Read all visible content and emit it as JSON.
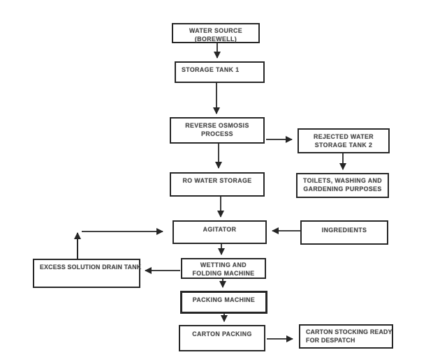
{
  "diagram": {
    "background_color": "#ffffff",
    "line_color": "#262626",
    "text_color": "#4a4a4a",
    "type": "flowchart",
    "nodes": {
      "water_source": {
        "lines": [
          "WATER SOURCE",
          "(BOREWELL)"
        ]
      },
      "storage_tank_1": {
        "lines": [
          "STORAGE TANK 1"
        ]
      },
      "reverse_osmosis": {
        "lines": [
          "REVERSE OSMOSIS",
          "PROCESS"
        ]
      },
      "rejected_water": {
        "lines": [
          "REJECTED WATER",
          "STORAGE TANK 2"
        ]
      },
      "toilets": {
        "lines": [
          "TOILETS, WASHING AND",
          "GARDENING PURPOSES"
        ]
      },
      "ro_water_storage": {
        "lines": [
          "RO WATER STORAGE"
        ]
      },
      "agitator": {
        "lines": [
          "AGITATOR"
        ]
      },
      "ingredients": {
        "lines": [
          "INGREDIENTS"
        ]
      },
      "excess_solution": {
        "lines": [
          "EXCESS SOLUTION DRAIN TANK"
        ]
      },
      "wetting_folding": {
        "lines": [
          "WETTING AND",
          "FOLDING MACHINE"
        ]
      },
      "packing_machine": {
        "lines": [
          "PACKING MACHINE"
        ]
      },
      "carton_packing": {
        "lines": [
          "CARTON PACKING"
        ]
      },
      "carton_stocking": {
        "lines": [
          "CARTON STOCKING READY",
          "FOR DESPATCH"
        ]
      }
    },
    "edges": [
      {
        "from": "water_source",
        "to": "storage_tank_1"
      },
      {
        "from": "storage_tank_1",
        "to": "reverse_osmosis"
      },
      {
        "from": "reverse_osmosis",
        "to": "rejected_water"
      },
      {
        "from": "rejected_water",
        "to": "toilets"
      },
      {
        "from": "reverse_osmosis",
        "to": "ro_water_storage"
      },
      {
        "from": "ro_water_storage",
        "to": "agitator"
      },
      {
        "from": "ingredients",
        "to": "agitator"
      },
      {
        "from": "agitator",
        "to": "wetting_folding"
      },
      {
        "from": "wetting_folding",
        "to": "excess_solution"
      },
      {
        "from": "excess_solution",
        "to": "agitator"
      },
      {
        "from": "wetting_folding",
        "to": "packing_machine"
      },
      {
        "from": "packing_machine",
        "to": "carton_packing"
      },
      {
        "from": "carton_packing",
        "to": "carton_stocking"
      }
    ]
  }
}
